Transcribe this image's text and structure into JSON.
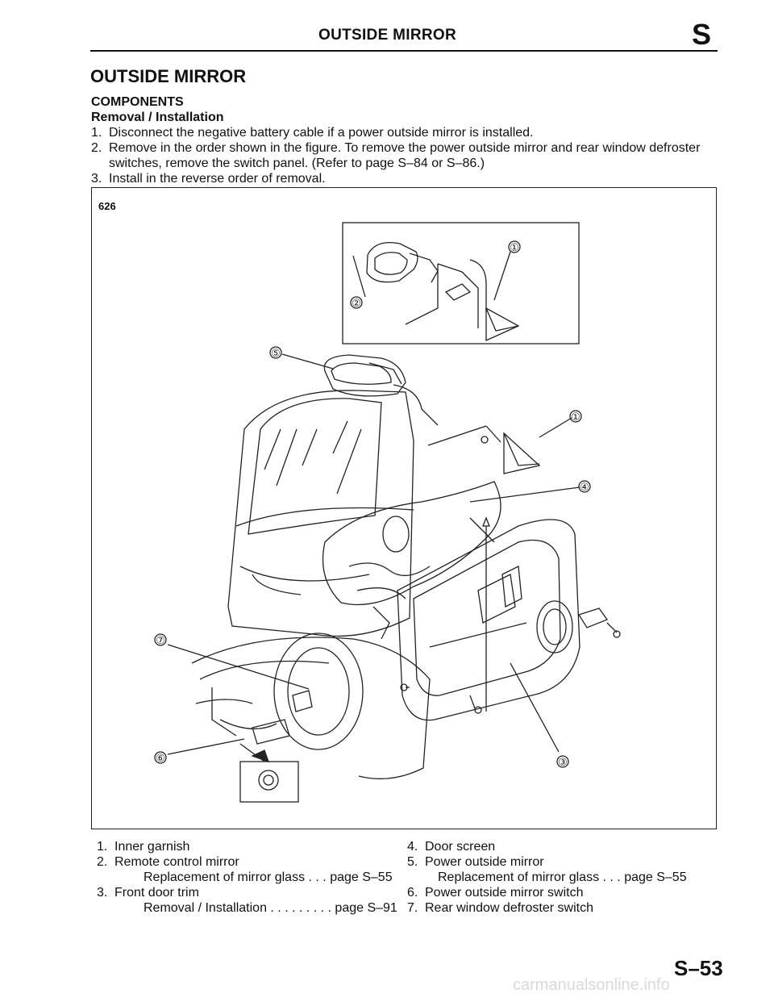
{
  "header": {
    "title": "OUTSIDE MIRROR",
    "section_letter": "S"
  },
  "section_title": "OUTSIDE MIRROR",
  "subheading1": "COMPONENTS",
  "subheading2": "Removal / Installation",
  "steps": [
    {
      "num": "1.",
      "text": "Disconnect the negative battery cable if a power outside mirror is installed."
    },
    {
      "num": "2.",
      "text": "Remove in the order shown in the figure. To remove the power outside mirror and rear window defroster",
      "cont": "switches, remove the switch panel. (Refer to page S–84 or S–86.)"
    },
    {
      "num": "3.",
      "text": "Install in the reverse order of removal."
    }
  ],
  "figure": {
    "model_label": "626",
    "callouts": [
      "①",
      "②",
      "⑤",
      "①",
      "④",
      "⑦",
      "⑥",
      "③"
    ]
  },
  "legend": {
    "left": [
      {
        "num": "1.",
        "text": "Inner garnish"
      },
      {
        "num": "2.",
        "text": "Remote control mirror"
      },
      {
        "sub": "Replacement of mirror glass . . . page S–55"
      },
      {
        "num": "3.",
        "text": "Front door trim"
      },
      {
        "sub": "Removal / Installation . . . . . . . . . page S–91"
      }
    ],
    "right": [
      {
        "num": "4.",
        "text": "Door screen"
      },
      {
        "num": "5.",
        "text": "Power outside mirror"
      },
      {
        "sub": "Replacement of mirror glass . . . page S–55"
      },
      {
        "num": "6.",
        "text": "Power outside mirror switch"
      },
      {
        "num": "7.",
        "text": "Rear window defroster switch"
      }
    ]
  },
  "page_number": "S–53",
  "watermark": "carmanualsonline.info"
}
